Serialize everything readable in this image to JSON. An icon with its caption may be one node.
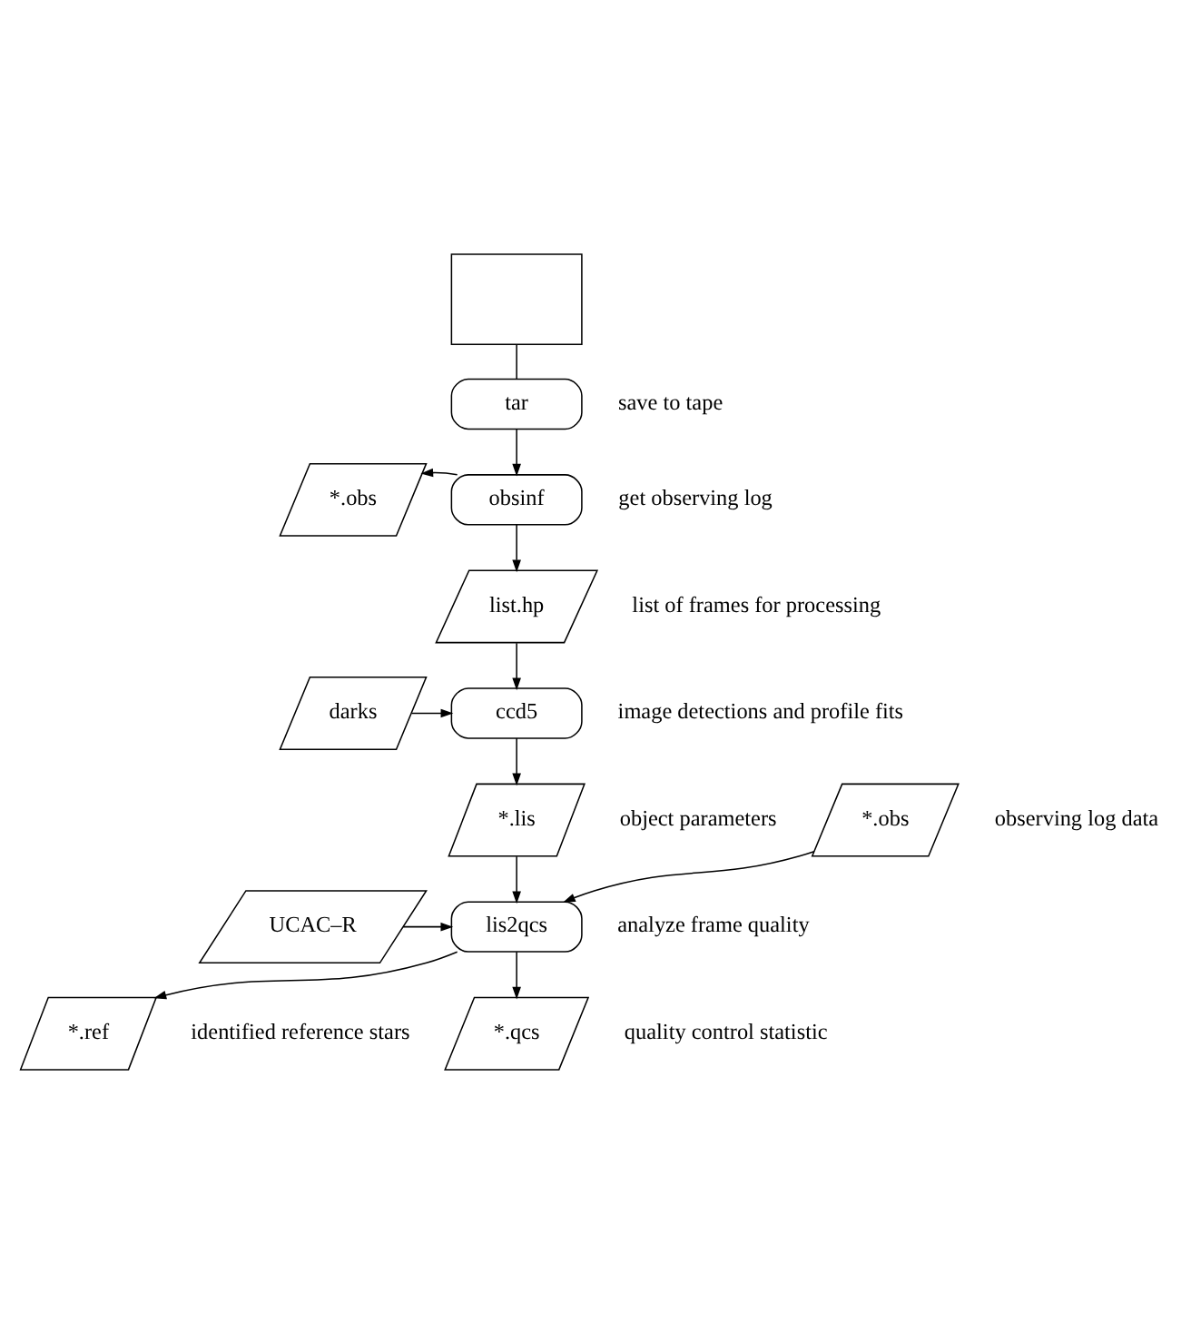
{
  "diagram": {
    "nodes": [
      {
        "text": [],
        "shape": "box"
      },
      {
        "text": [
          "tar"
        ],
        "beside": [
          "save to tape"
        ]
      },
      {
        "text": [
          "obsinf"
        ],
        "beside": [
          "get observing log"
        ]
      },
      {
        "text": [
          "*.obs"
        ]
      },
      {
        "text": [
          "list.hp"
        ],
        "beside": [
          "list of frames for processing"
        ]
      },
      {
        "text": [
          "darks"
        ]
      },
      {
        "text": [
          "ccd5"
        ],
        "beside": [
          "image detections and profile fits"
        ]
      },
      {
        "text": [
          "*.lis"
        ],
        "beside": [
          "object parameters"
        ]
      },
      {
        "text": [
          "*.obs"
        ],
        "beside": [
          "observing log data"
        ]
      },
      {
        "text": [
          "UCAC–R"
        ]
      },
      {
        "text": [
          "lis2qcs"
        ],
        "beside": [
          "analyze frame quality"
        ]
      },
      {
        "text": [
          "*.ref"
        ],
        "beside": [
          "identified reference stars"
        ]
      },
      {
        "text": [
          "*.qcs"
        ],
        "beside": [
          "quality control statistic"
        ]
      }
    ],
    "edges": [
      {
        "from": 0,
        "to": 1,
        "arrow": "none"
      },
      {
        "from": 1,
        "to": 2,
        "arrow": "to"
      },
      {
        "from": 2,
        "to": 3,
        "arrow": "to"
      },
      {
        "from": 2,
        "to": 4,
        "arrow": "to"
      },
      {
        "from": 5,
        "to": 6,
        "arrow": "to"
      },
      {
        "from": 4,
        "to": 6,
        "arrow": "to"
      },
      {
        "from": 6,
        "to": 7,
        "arrow": "to"
      },
      {
        "from": 8,
        "to": 10,
        "arrow": "to"
      },
      {
        "from": 7,
        "to": 10,
        "arrow": "to"
      },
      {
        "from": 9,
        "to": 10,
        "arrow": "to"
      },
      {
        "from": 10,
        "to": 11,
        "arrow": "to"
      },
      {
        "from": 10,
        "to": 12,
        "arrow": "to"
      }
    ]
  }
}
